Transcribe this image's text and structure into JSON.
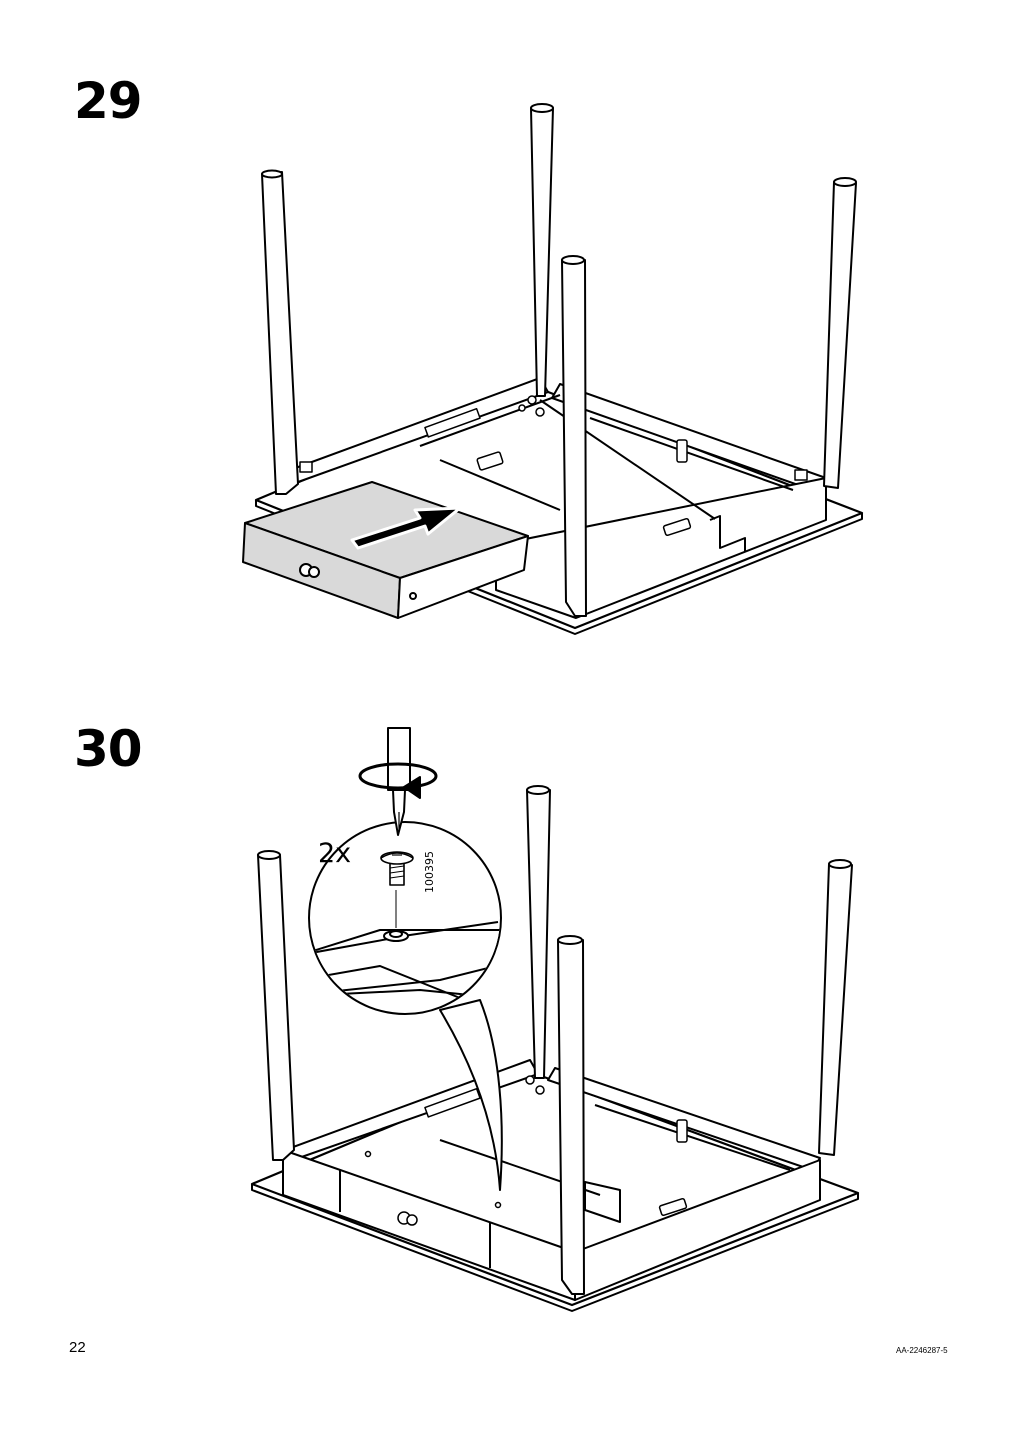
{
  "steps": [
    {
      "number": "29"
    },
    {
      "number": "30",
      "quantity": "2x",
      "part_number": "100395"
    }
  ],
  "footer": {
    "page_number": "22",
    "doc_code": "AA-2246287-5"
  }
}
